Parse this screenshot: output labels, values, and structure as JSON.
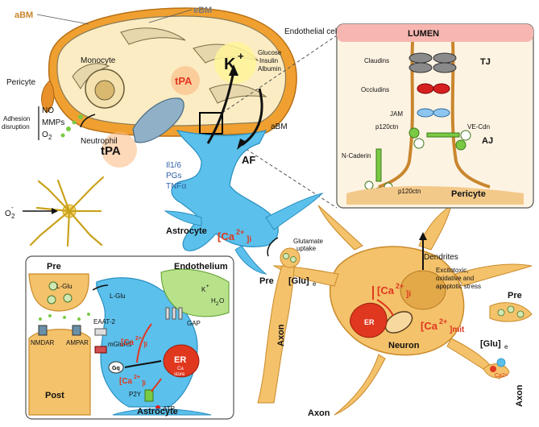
{
  "colors": {
    "astrocyte": "#5bc0eb",
    "neuron": "#f4c26b",
    "brain_orange": "#f0a030",
    "accent_red": "#e0371f",
    "label_blue": "#2e5fa3",
    "green": "#7ac943",
    "inset_bg": "#fdf3e3"
  },
  "labels": {
    "abm_top": "aBM",
    "ebm": "eBM",
    "endothelial_cell": "Endothelial cell",
    "monocyte": "Monocyte",
    "tpa_brain": "tPA",
    "k_ion": "K",
    "k_sup": "+",
    "glucose": "Glucose",
    "insulin": "Insulin",
    "albumin": "Albumin",
    "pericyte_left": "Pericyte",
    "no": "NO",
    "mmps": "MMPs",
    "o2_left": "O",
    "o2_left_sub": "2",
    "adhesion_1": "Adhesion",
    "adhesion_2": "disruption",
    "neutrophil": "Neutrophil",
    "tpa_big": "tPA",
    "abm_right": "aBM",
    "af": "AF",
    "il16": "Il1/6",
    "pgs": "PGs",
    "tnfa": "TNFα",
    "o2_star": "O",
    "o2_star_sub": "2",
    "o2_star_sup": "-",
    "astrocyte_main": "Astrocyte",
    "ca_astro": "[Ca",
    "ca_astro_sup": "2+",
    "ca_astro_sub": "]i",
    "glutamate_1": "Glutamate",
    "glutamate_2": "uptake",
    "dendrites": "Dendrites",
    "pre_mid": "Pre",
    "glu_e_mid": "[Glu]",
    "glu_e_mid_sub": "e",
    "axon_left": "Axon",
    "excito_1": "Excitotoxic,",
    "excito_2": "oxidative and",
    "excito_3": "apoptotic stress",
    "ca_neuron": "[Ca",
    "ca_neuron_sup": "2+",
    "ca_neuron_sub": "]i",
    "er_neuron": "ER",
    "ca_mit": "[Ca",
    "ca_mit_sup": "2+",
    "ca_mit_sub": "]mit",
    "neuron": "Neuron",
    "pre_right": "Pre",
    "glu_e_right": "[Glu]",
    "glu_e_right_sub": "e",
    "ca2_right": "Ca2+",
    "axon_right": "Axon",
    "axon_bottom": "Axon"
  },
  "inset_tj": {
    "lumen": "LUMEN",
    "claudins": "Claudins",
    "tj": "TJ",
    "occludins": "Occludins",
    "jam": "JAM",
    "p120ctn_top": "p120ctn",
    "ve_cdn": "VE-Cdn",
    "aj": "AJ",
    "n_caderin": "N-Caderin",
    "p120ctn_bottom": "p120ctn",
    "pericyte": "Pericyte"
  },
  "inset_synapse": {
    "pre": "Pre",
    "l_glu_pre": "L-Glu",
    "endothelium": "Endothelium",
    "l_glu_astro": "L-Glu",
    "k": "K",
    "k_sup": "+",
    "h2o": "H",
    "h2o_sub": "2",
    "h2o_end": "O",
    "eaat2": "EAAT-2",
    "gap": "GAP",
    "mglur5": "mGluR5",
    "gq": "Gq",
    "ca_i": "[Ca",
    "ca_i_sup": "2+",
    "ca_i_sub": "]i",
    "er": "ER",
    "er_sub": "Ca",
    "er_sub2": "store",
    "nmdar": "NMDAR",
    "ampar": "AMPAR",
    "ca_i_2": "[Ca",
    "ca_i_2_sup": "2+",
    "ca_i_2_sub": "]i",
    "p2y": "P2Y",
    "atp": "ATP",
    "post": "Post",
    "astrocyte": "Astrocyte"
  }
}
